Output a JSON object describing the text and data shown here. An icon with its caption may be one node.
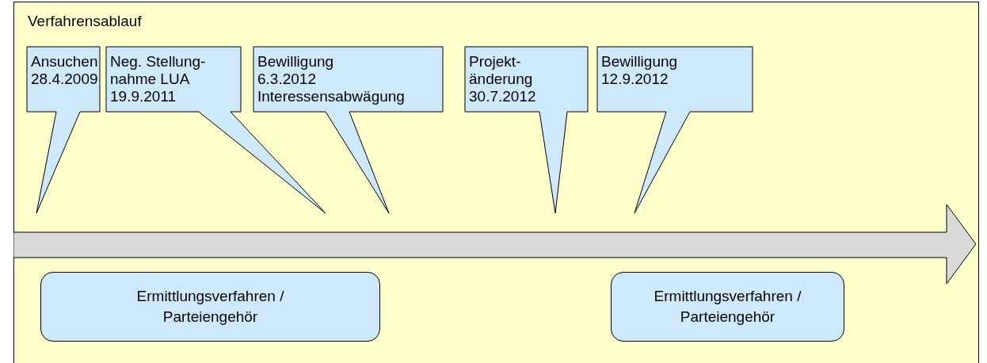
{
  "diagram": {
    "nodes": [
      {
        "text": [
          "Verfahrensablauf"
        ]
      },
      {
        "text": [
          "Ansuchen",
          "28.4.2009"
        ],
        "in": 0
      },
      {
        "text": [
          "Neg. Stellung- nahme LUA",
          "19.9.2011"
        ],
        "in": 0
      },
      {
        "text": [
          "Bewilligung",
          "6.3.2012",
          "Interessensabwägung"
        ],
        "in": 0
      },
      {
        "text": [
          "Projekt- änderung",
          "30.7.2012"
        ],
        "in": 0
      },
      {
        "text": [
          "Bewilligung",
          "12.9.2012"
        ],
        "in": 0
      },
      {
        "text": [
          "Ermittlungsverfahren / Parteiengehör"
        ],
        "in": 0
      },
      {
        "text": [
          "Ermittlungsverfahren / Parteiengehör"
        ],
        "in": 0
      }
    ]
  }
}
